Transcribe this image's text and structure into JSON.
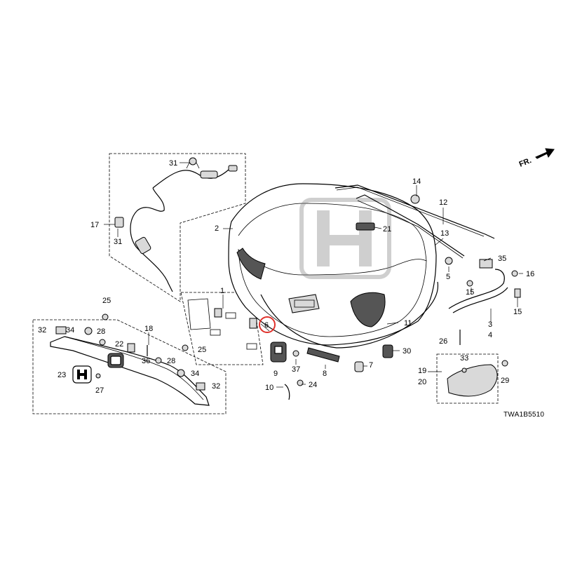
{
  "diagram": {
    "reference_code": "TWA1B5510",
    "direction_label": "FR.",
    "highlighted_part": "6",
    "callouts": [
      {
        "id": "c1",
        "label": "1"
      },
      {
        "id": "c2",
        "label": "2"
      },
      {
        "id": "c3",
        "label": "3"
      },
      {
        "id": "c4",
        "label": "4"
      },
      {
        "id": "c5",
        "label": "5"
      },
      {
        "id": "c6",
        "label": "6"
      },
      {
        "id": "c7",
        "label": "7"
      },
      {
        "id": "c8",
        "label": "8"
      },
      {
        "id": "c9",
        "label": "9"
      },
      {
        "id": "c10",
        "label": "10"
      },
      {
        "id": "c11",
        "label": "11"
      },
      {
        "id": "c12",
        "label": "12"
      },
      {
        "id": "c13",
        "label": "13"
      },
      {
        "id": "c14",
        "label": "14"
      },
      {
        "id": "c15a",
        "label": "15"
      },
      {
        "id": "c15b",
        "label": "15"
      },
      {
        "id": "c16",
        "label": "16"
      },
      {
        "id": "c17",
        "label": "17"
      },
      {
        "id": "c18",
        "label": "18"
      },
      {
        "id": "c19",
        "label": "19"
      },
      {
        "id": "c20",
        "label": "20"
      },
      {
        "id": "c21",
        "label": "21"
      },
      {
        "id": "c22",
        "label": "22"
      },
      {
        "id": "c23",
        "label": "23"
      },
      {
        "id": "c24",
        "label": "24"
      },
      {
        "id": "c25a",
        "label": "25"
      },
      {
        "id": "c25b",
        "label": "25"
      },
      {
        "id": "c26",
        "label": "26"
      },
      {
        "id": "c27",
        "label": "27"
      },
      {
        "id": "c28a",
        "label": "28"
      },
      {
        "id": "c28b",
        "label": "28"
      },
      {
        "id": "c29",
        "label": "29"
      },
      {
        "id": "c30",
        "label": "30"
      },
      {
        "id": "c31a",
        "label": "31"
      },
      {
        "id": "c31b",
        "label": "31"
      },
      {
        "id": "c32a",
        "label": "32"
      },
      {
        "id": "c32b",
        "label": "32"
      },
      {
        "id": "c33",
        "label": "33"
      },
      {
        "id": "c34a",
        "label": "34"
      },
      {
        "id": "c34b",
        "label": "34"
      },
      {
        "id": "c35",
        "label": "35"
      },
      {
        "id": "c36",
        "label": "36"
      },
      {
        "id": "c37",
        "label": "37"
      }
    ]
  }
}
